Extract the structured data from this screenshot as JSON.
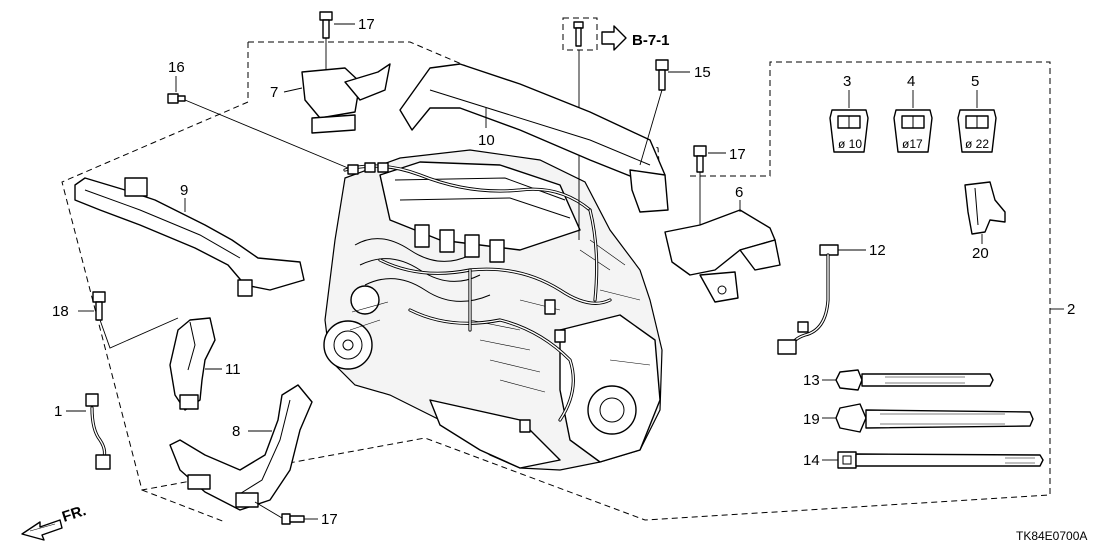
{
  "diagram": {
    "section_ref": "B-7-1",
    "front_label": "FR.",
    "diagram_code": "TK84E0700A",
    "callouts": {
      "p1": "1",
      "p2": "2",
      "p3": "3",
      "p4": "4",
      "p5": "5",
      "p6": "6",
      "p7": "7",
      "p8": "8",
      "p9": "9",
      "p10": "10",
      "p11": "11",
      "p12": "12",
      "p13": "13",
      "p14": "14",
      "p15": "15",
      "p16": "16",
      "p17a": "17",
      "p17b": "17",
      "p17c": "17",
      "p18": "18",
      "p19": "19",
      "p20": "20"
    },
    "grommet_sizes": {
      "g3": "ø 10",
      "g4": "ø17",
      "g5": "ø 22"
    }
  }
}
